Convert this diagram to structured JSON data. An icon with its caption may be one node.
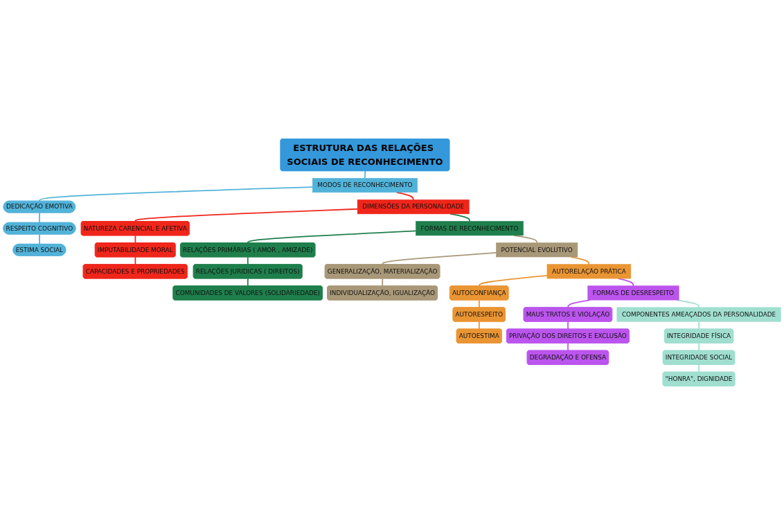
{
  "diagram": {
    "nodes": [
      {
        "text": [
          "ESTRUTURA DAS RELAÇÕES SOCIAIS DE RECONHECIMENTO"
        ]
      },
      {
        "text": [
          "MODOS DE RECONHECIMENTO"
        ]
      },
      {
        "text": [
          "DEDICAÇÃO EMOTIVA"
        ]
      },
      {
        "text": [
          "RESPEITO COGNITIVO"
        ]
      },
      {
        "text": [
          "ESTIMA SOCIAL"
        ]
      },
      {
        "text": [
          "DIMENSÕES DA PERSONALIDADE"
        ]
      },
      {
        "text": [
          "NATUREZA CARENCIAL E AFETIVA"
        ]
      },
      {
        "text": [
          "IMPUTABILIDADE MORAL"
        ]
      },
      {
        "text": [
          "CAPACIDADES E PROPRIEDADES"
        ]
      },
      {
        "text": [
          "FORMAS DE RECONHECIMENTO"
        ]
      },
      {
        "text": [
          "RELAÇÕES PRIMÁRIAS ( AMOR , AMIZADE)"
        ]
      },
      {
        "text": [
          "RELAÇÕES JURIDICAS ( DIREITOS)"
        ]
      },
      {
        "text": [
          "COMUNIDADES DE VALORES (SOLIDARIEDADE)"
        ]
      },
      {
        "text": [
          "POTENCIAL EVOLUTIVO"
        ]
      },
      {
        "text": [
          "GENERALIZAÇÃO, MATERIALIZAÇÃO"
        ]
      },
      {
        "text": [
          "INDIVIDUALIZAÇÃO, IGUALIZAÇÃO"
        ]
      },
      {
        "text": [
          "AUTORELAÇÃO PRÁTICA"
        ]
      },
      {
        "text": [
          "AUTOCONFIANÇA"
        ]
      },
      {
        "text": [
          "AUTORESPEITO"
        ]
      },
      {
        "text": [
          "AUTOESTIMA"
        ]
      },
      {
        "text": [
          "FORMAS DE DESRESPEITO"
        ]
      },
      {
        "text": [
          "MAUS TRATOS E VIOLAÇÃO"
        ]
      },
      {
        "text": [
          "PRIVAÇÃO DOS DIREITOS E EXCLUSÃO"
        ]
      },
      {
        "text": [
          "DEGRADAÇÃO E OFENSA"
        ]
      },
      {
        "text": [
          "COMPONENTES AMEAÇADOS DA PERSONALIDADE"
        ]
      },
      {
        "text": [
          "INTEGRIDADE FÍSICA"
        ]
      },
      {
        "text": [
          "INTEGRIDADE SOCIAL"
        ]
      },
      {
        "text": [
          "\"HONRA\", DIGNIDADE"
        ]
      }
    ],
    "edges": [
      {
        "from": 0,
        "to": 1,
        "arrow": "none",
        "color": "#52b3d9"
      },
      {
        "from": 1,
        "to": 2,
        "arrow": "none",
        "color": "#52b3d9"
      },
      {
        "from": 2,
        "to": 3,
        "arrow": "none",
        "color": "#52b3d9"
      },
      {
        "from": 3,
        "to": 4,
        "arrow": "none",
        "color": "#52b3d9"
      },
      {
        "from": 1,
        "to": 5,
        "arrow": "none",
        "color": "#f0261b"
      },
      {
        "from": 5,
        "to": 6,
        "arrow": "none",
        "color": "#f0261b"
      },
      {
        "from": 6,
        "to": 7,
        "arrow": "none",
        "color": "#f0261b"
      },
      {
        "from": 7,
        "to": 8,
        "arrow": "none",
        "color": "#f0261b"
      },
      {
        "from": 5,
        "to": 9,
        "arrow": "none",
        "color": "#1f7f4c"
      },
      {
        "from": 9,
        "to": 10,
        "arrow": "none",
        "color": "#1f7f4c"
      },
      {
        "from": 10,
        "to": 11,
        "arrow": "none",
        "color": "#1f7f4c"
      },
      {
        "from": 11,
        "to": 12,
        "arrow": "none",
        "color": "#1f7f4c"
      },
      {
        "from": 9,
        "to": 13,
        "arrow": "none",
        "color": "#a89878"
      },
      {
        "from": 13,
        "to": 14,
        "arrow": "none",
        "color": "#a89878"
      },
      {
        "from": 14,
        "to": 15,
        "arrow": "none",
        "color": "#a89878"
      },
      {
        "from": 13,
        "to": 16,
        "arrow": "none",
        "color": "#ea9533"
      },
      {
        "from": 16,
        "to": 17,
        "arrow": "none",
        "color": "#ea9533"
      },
      {
        "from": 17,
        "to": 18,
        "arrow": "none",
        "color": "#ea9533"
      },
      {
        "from": 18,
        "to": 19,
        "arrow": "none",
        "color": "#ea9533"
      },
      {
        "from": 16,
        "to": 20,
        "arrow": "none",
        "color": "#bb55ed"
      },
      {
        "from": 20,
        "to": 21,
        "arrow": "none",
        "color": "#bb55ed"
      },
      {
        "from": 21,
        "to": 22,
        "arrow": "none",
        "color": "#bb55ed"
      },
      {
        "from": 22,
        "to": 23,
        "arrow": "none",
        "color": "#bb55ed"
      },
      {
        "from": 20,
        "to": 24,
        "arrow": "none",
        "color": "#a0dfd0"
      },
      {
        "from": 24,
        "to": 25,
        "arrow": "none",
        "color": "#a0dfd0"
      },
      {
        "from": 25,
        "to": 26,
        "arrow": "none",
        "color": "#a0dfd0"
      },
      {
        "from": 26,
        "to": 27,
        "arrow": "none",
        "color": "#a0dfd0"
      }
    ]
  }
}
